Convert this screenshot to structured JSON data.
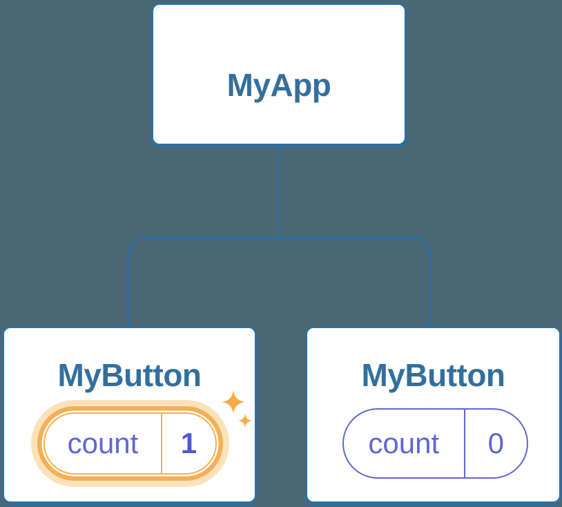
{
  "diagram": {
    "title_hint": "React component tree with state",
    "root": {
      "label": "MyApp"
    },
    "children": [
      {
        "label": "MyButton",
        "state_key": "count",
        "state_value": "1",
        "highlighted": true,
        "icon": "sparkles-icon"
      },
      {
        "label": "MyButton",
        "state_key": "count",
        "state_value": "0",
        "highlighted": false
      }
    ]
  },
  "colors": {
    "background": "#4A6773",
    "connector": "#2F6F9D",
    "card_border": "#2F6F9D",
    "card_bg": "#FFFFFF",
    "title_text": "#336F9E",
    "state_text": "#5E66D6",
    "state_border": "#5E66D6",
    "state_value_bold": "#4D58D2",
    "highlight_ring": "#F6AF55",
    "highlight_halo": "#FBE2BB",
    "sparkle": "#F5AC49"
  }
}
